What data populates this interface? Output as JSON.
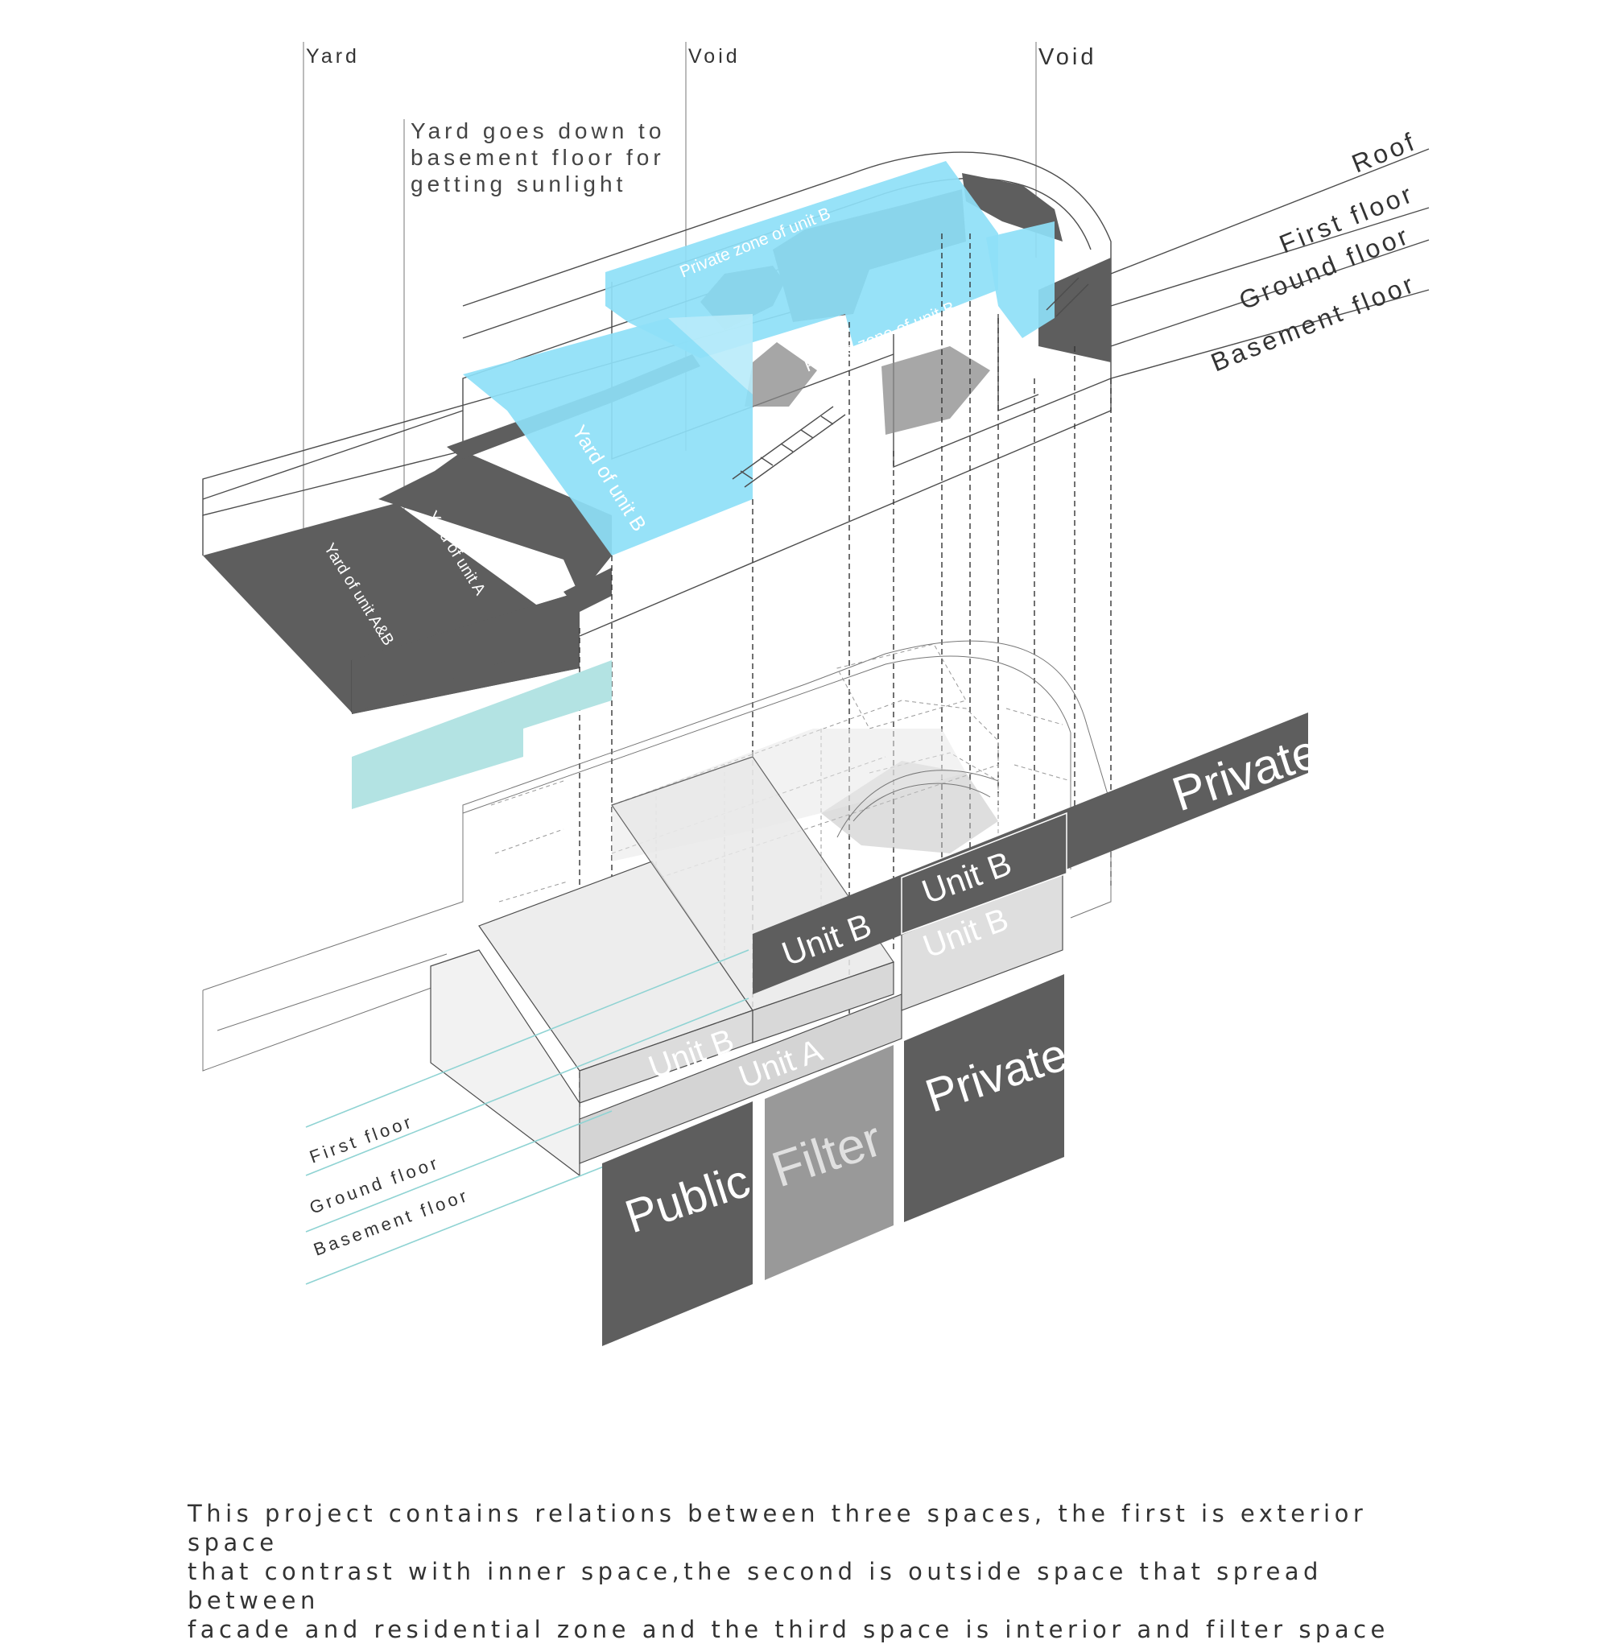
{
  "callouts": {
    "yard": "Yard",
    "void_left": "Void",
    "void_right": "Void",
    "yard_note_line1": "Yard goes down to",
    "yard_note_line2": "basement floor for",
    "yard_note_line3": "getting  sunlight"
  },
  "upper_levels": {
    "roof": "Roof",
    "first_floor": "First floor",
    "ground_floor": "Ground floor",
    "basement_floor": "Basement floor"
  },
  "lower_levels": {
    "first_floor": "First floor",
    "ground_floor": "Ground floor",
    "basement_floor": "Basement floor"
  },
  "zones": {
    "private_zone_b_top": "Private zone of unit B",
    "private_zone_b_mid": "Private zone of unit B",
    "yard_unit_b": "Yard of unit B",
    "yard_unit_a": "Yard of unit A",
    "yard_unit_ab": "Yard of unit A&B"
  },
  "units": {
    "unit_b_front": "Unit B",
    "unit_a": "Unit A",
    "unit_b_band": "Unit B",
    "unit_b_upper": "Unit B",
    "unit_b_lower": "Unit B"
  },
  "bars": {
    "public": "Public",
    "filter": "Filter",
    "private_bottom": "Private",
    "private_band": "Private"
  },
  "caption": "This project contains  relations between three spaces, the first is exterior space\nthat  contrast with inner space,the second is outside space that spread between\nfacade and residential zone and the third space is interior and filter space",
  "colors": {
    "sky_blue": "#8ee0f7",
    "dark_gray": "#5e5e5e",
    "mid_gray": "#999999",
    "light_gray": "#dcdcdc",
    "pale_teal": "#b3e3e3"
  }
}
